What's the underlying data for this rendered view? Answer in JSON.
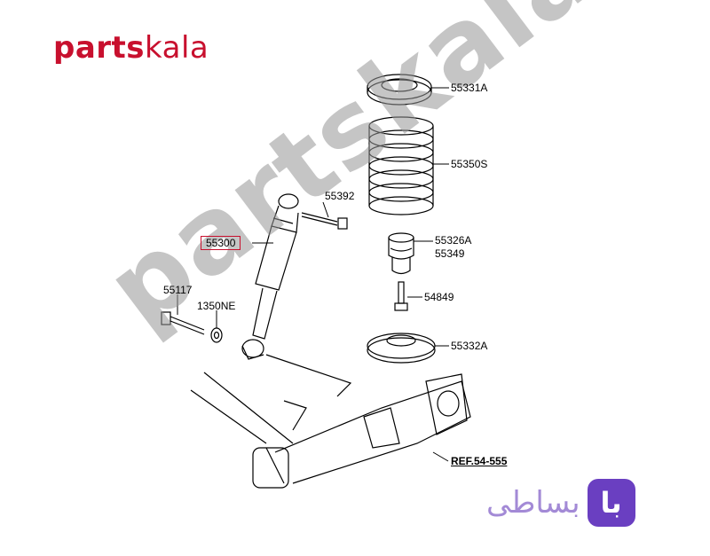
{
  "logo": {
    "part1": "parts",
    "part2": "kala"
  },
  "watermark": "partskala.ir",
  "brand": {
    "text": "بساطی",
    "badge": "با"
  },
  "callouts": {
    "c55331A": "55331A",
    "c55350S": "55350S",
    "c55392": "55392",
    "c55300": "55300",
    "c55326A": "55326A",
    "c55349": "55349",
    "c55117": "55117",
    "c1350NE": "1350NE",
    "c54849": "54849",
    "c55332A": "55332A",
    "ref": "REF.54-555"
  },
  "colors": {
    "accent": "#c8102e",
    "brand": "#6a3fc1",
    "brand_text": "#a38ad6"
  }
}
